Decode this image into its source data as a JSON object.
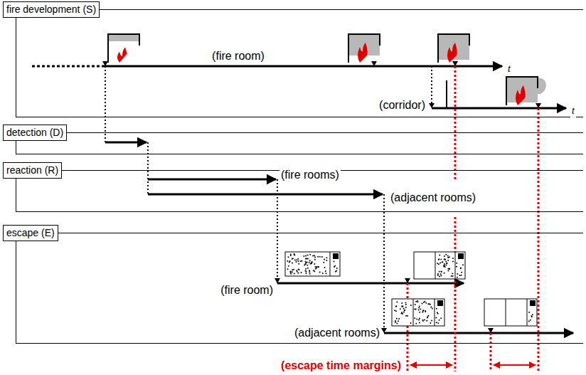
{
  "diagram": {
    "nodes": [
      {
        "text": [
          "fire development (S)"
        ]
      },
      {
        "text": [
          "detection (D)"
        ]
      },
      {
        "text": [
          "reaction (R)"
        ]
      },
      {
        "text": [
          "escape (E)"
        ]
      }
    ],
    "labels": [
      "(fire room)",
      "t",
      "(corridor)",
      "t",
      "(fire rooms)",
      "(adjacent rooms)",
      "(fire room)",
      "(adjacent rooms)",
      "(escape time margins)"
    ]
  }
}
